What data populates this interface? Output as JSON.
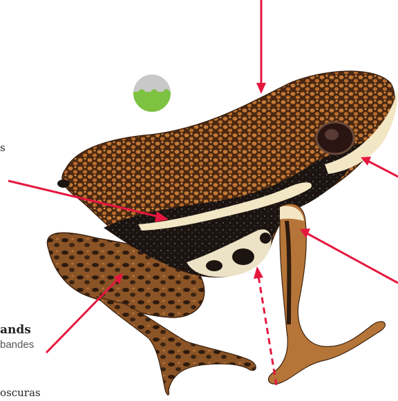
{
  "labels": {
    "bands": "ands",
    "bandes": "bandes",
    "oscuras": "oscuras",
    "partial_s": "s"
  },
  "colors": {
    "arrow": "#e5173f",
    "skin_brown": "#7a4318",
    "skin_light": "#c87f3a",
    "stripe": "#f3e6c4",
    "belly": "#ece2c6",
    "black": "#1c1410",
    "icon_green": "#7ec242",
    "icon_grey": "#c8c8c8"
  },
  "icon": "habitat-ground-icon"
}
